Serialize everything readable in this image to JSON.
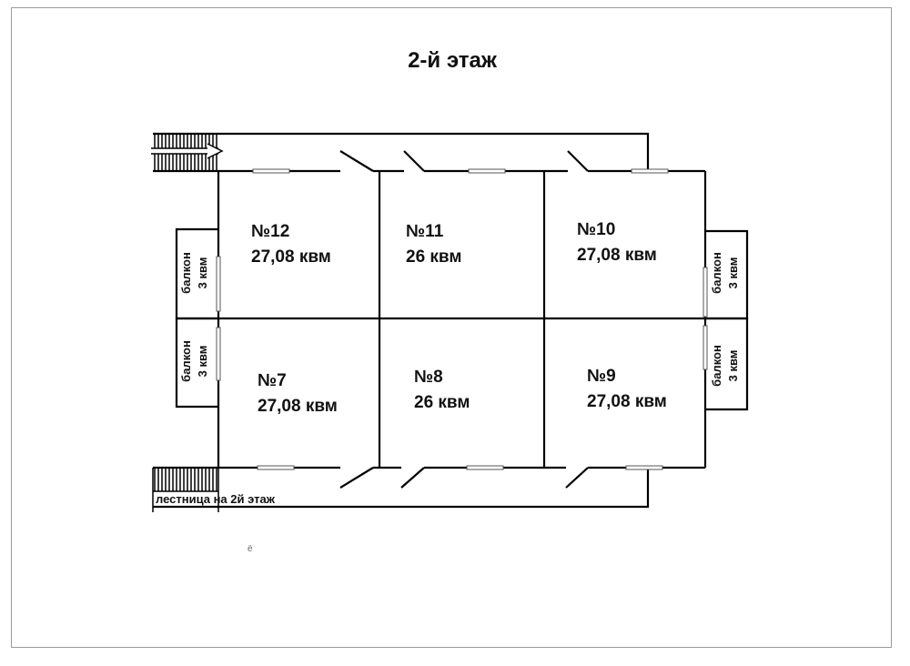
{
  "floor_title": "2-й этаж",
  "rooms": [
    {
      "number": "№12",
      "area": "27,08 квм"
    },
    {
      "number": "№11",
      "area": "26 квм"
    },
    {
      "number": "№10",
      "area": "27,08 квм"
    },
    {
      "number": "№7",
      "area": "27,08 квм"
    },
    {
      "number": "№8",
      "area": "26 квм"
    },
    {
      "number": "№9",
      "area": "27,08 квм"
    }
  ],
  "balconies": [
    {
      "name": "балкон",
      "area": "3 квм"
    },
    {
      "name": "балкон",
      "area": "3 квм"
    },
    {
      "name": "балкон",
      "area": "3 квм"
    },
    {
      "name": "балкон",
      "area": "3 квм"
    }
  ],
  "stair_label": "лестница на 2й этаж",
  "stray_mark": "ё"
}
